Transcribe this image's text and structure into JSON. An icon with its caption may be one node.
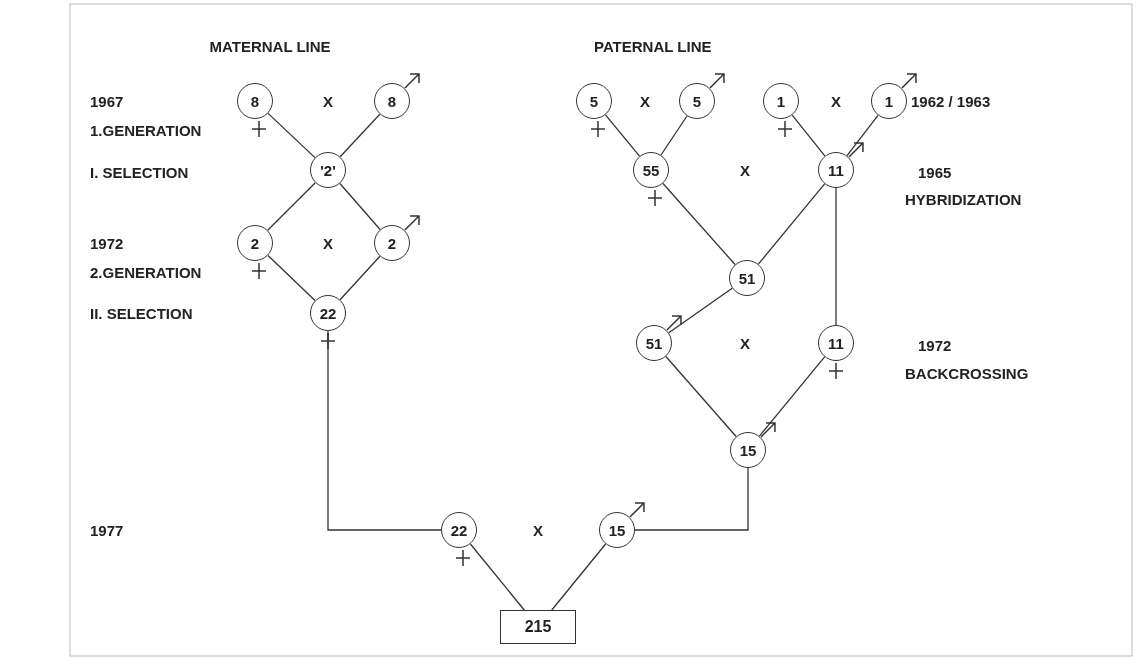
{
  "diagram": {
    "nodes": [
      {
        "text": [
          "8"
        ]
      },
      {
        "text": [
          "8"
        ]
      },
      {
        "text": [
          "'2'"
        ]
      },
      {
        "text": [
          "2"
        ]
      },
      {
        "text": [
          "2"
        ]
      },
      {
        "text": [
          "22"
        ]
      },
      {
        "text": [
          "5"
        ]
      },
      {
        "text": [
          "5"
        ]
      },
      {
        "text": [
          "1"
        ]
      },
      {
        "text": [
          "1"
        ]
      },
      {
        "text": [
          "55"
        ]
      },
      {
        "text": [
          "11"
        ]
      },
      {
        "text": [
          "51"
        ]
      },
      {
        "text": [
          "51"
        ]
      },
      {
        "text": [
          "11"
        ]
      },
      {
        "text": [
          "15"
        ]
      },
      {
        "text": [
          "22"
        ]
      },
      {
        "text": [
          "15"
        ]
      },
      {
        "text": [
          "215"
        ]
      }
    ],
    "edges": [
      {
        "from": 0,
        "to": 2,
        "arrow": "none"
      },
      {
        "from": 1,
        "to": 2,
        "arrow": "none"
      },
      {
        "from": 2,
        "to": 3,
        "arrow": "none"
      },
      {
        "from": 2,
        "to": 4,
        "arrow": "none"
      },
      {
        "from": 3,
        "to": 5,
        "arrow": "none"
      },
      {
        "from": 4,
        "to": 5,
        "arrow": "none"
      },
      {
        "from": 6,
        "to": 10,
        "arrow": "none"
      },
      {
        "from": 7,
        "to": 10,
        "arrow": "none"
      },
      {
        "from": 8,
        "to": 11,
        "arrow": "none"
      },
      {
        "from": 9,
        "to": 11,
        "arrow": "none"
      },
      {
        "from": 10,
        "to": 12,
        "arrow": "none"
      },
      {
        "from": 11,
        "to": 12,
        "arrow": "none"
      },
      {
        "from": 12,
        "to": 13,
        "arrow": "none"
      },
      {
        "from": 11,
        "to": 14,
        "arrow": "none"
      },
      {
        "from": 13,
        "to": 15,
        "arrow": "none"
      },
      {
        "from": 14,
        "to": 15,
        "arrow": "none"
      },
      {
        "from": 5,
        "to": 16,
        "arrow": "none"
      },
      {
        "from": 15,
        "to": 17,
        "arrow": "none"
      },
      {
        "from": 16,
        "to": 18,
        "arrow": "none"
      },
      {
        "from": 17,
        "to": 18,
        "arrow": "none"
      }
    ],
    "labels": [
      "MATERNAL LINE",
      "PATERNAL LINE",
      "1967",
      "X",
      "X",
      "X",
      "1962 / 1963",
      "1.GENERATION",
      "I. SELECTION",
      "X",
      "1965",
      "HYBRIDIZATION",
      "1972",
      "X",
      "2.GENERATION",
      "II. SELECTION",
      "X",
      "1972",
      "BACKCROSSING",
      "1977",
      "X"
    ]
  }
}
